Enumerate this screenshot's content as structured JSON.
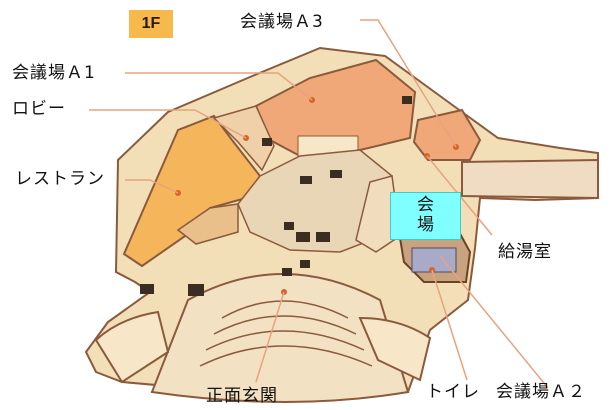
{
  "floor": "1F",
  "venue_label": [
    "会",
    "場"
  ],
  "labels": {
    "hall_a3": "会議場Ａ3",
    "hall_a1": "会議場Ａ1",
    "lobby": "ロビー",
    "restaurant": "レストラン",
    "kitchenette": "給湯室",
    "entrance": "正面玄関",
    "toilet": "トイレ",
    "hall_a2": "会議場Ａ２"
  },
  "colors": {
    "floor": "#f2dfb8",
    "wall": "#8b5a3c",
    "hall_a1": "#f0a878",
    "hall_a3": "#f0a878",
    "restaurant": "#f5b55a",
    "venue_box": "#7fffff",
    "badge": "#f7b94c",
    "leader": "#e8a37e",
    "dot": "#d4652a"
  },
  "icons": [
    "seat-cluster-icon",
    "location-dot-icon"
  ]
}
